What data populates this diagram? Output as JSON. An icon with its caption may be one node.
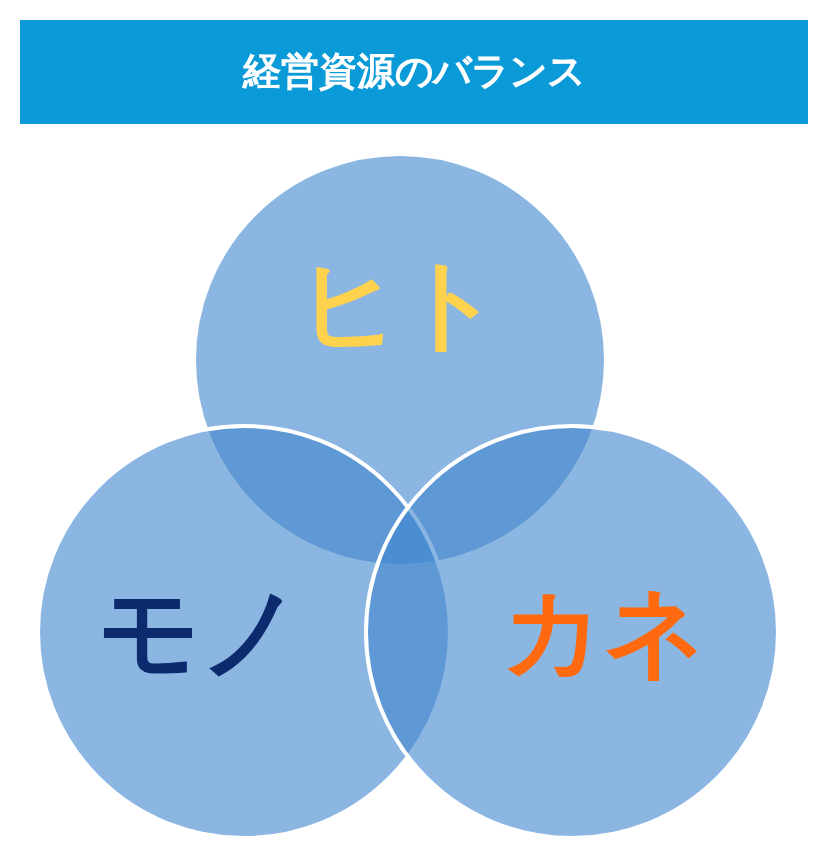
{
  "diagram": {
    "title": "経営資源のバランス",
    "nodes": [
      {
        "text": [
          "ヒト"
        ]
      },
      {
        "text": [
          "モノ"
        ]
      },
      {
        "text": [
          "カネ"
        ]
      }
    ]
  }
}
